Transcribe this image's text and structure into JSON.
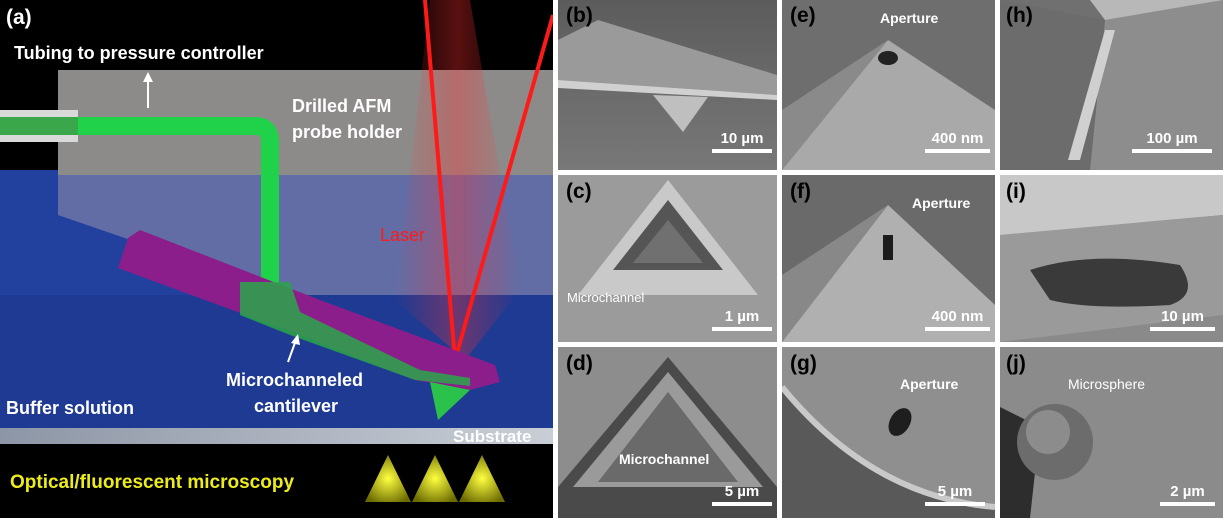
{
  "panel_a": {
    "label": "(a)",
    "tubing_label": "Tubing to pressure controller",
    "holder_label_line1": "Drilled AFM",
    "holder_label_line2": "probe holder",
    "laser_label": "Laser",
    "cantilever_label_line1": "Microchanneled",
    "cantilever_label_line2": "cantilever",
    "buffer_label": "Buffer solution",
    "substrate_label": "Substrate",
    "microscopy_label": "Optical/fluorescent microscopy",
    "colors": {
      "water": "#1f3f9c",
      "holder": "#8c8c8c",
      "tube": "#1fd24a",
      "cantilever": "#8a1d8f",
      "laser": "#ff1a1a",
      "microscopy": "#e8e81a"
    }
  },
  "panels": {
    "b": {
      "label": "(b)",
      "scale": "10 µm"
    },
    "c": {
      "label": "(c)",
      "scale": "1 µm",
      "annotation": "Microchannel"
    },
    "d": {
      "label": "(d)",
      "scale": "5 µm",
      "annotation": "Microchannel"
    },
    "e": {
      "label": "(e)",
      "scale": "400 nm",
      "annotation": "Aperture"
    },
    "f": {
      "label": "(f)",
      "scale": "400 nm",
      "annotation": "Aperture"
    },
    "g": {
      "label": "(g)",
      "scale": "5 µm",
      "annotation": "Aperture"
    },
    "h": {
      "label": "(h)",
      "scale": "100 µm"
    },
    "i": {
      "label": "(i)",
      "scale": "10 µm"
    },
    "j": {
      "label": "(j)",
      "scale": "2 µm",
      "annotation": "Microsphere"
    }
  }
}
